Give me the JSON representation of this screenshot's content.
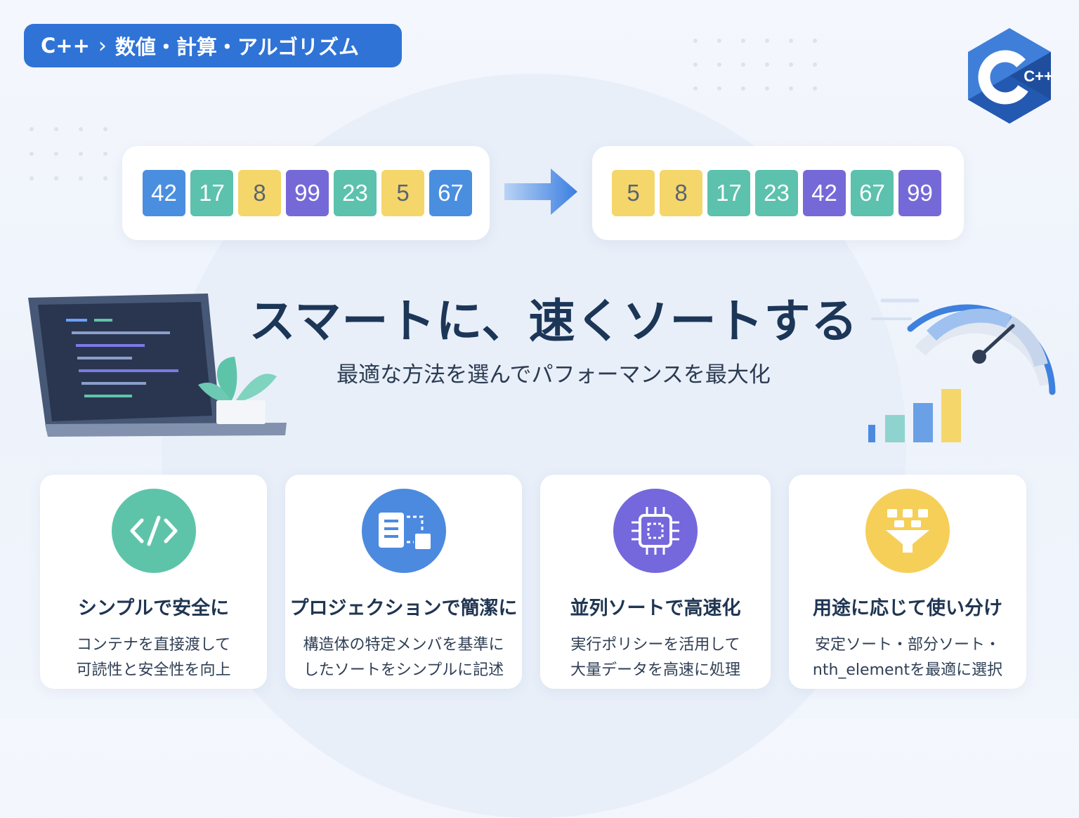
{
  "breadcrumb": {
    "lang": "C++",
    "separator": "›",
    "category": "数値・計算・アルゴリズム"
  },
  "logo": {
    "label": "C++"
  },
  "arrays": {
    "before": [
      {
        "value": "42",
        "color": "#4a8ee0"
      },
      {
        "value": "17",
        "color": "#5cc1ad"
      },
      {
        "value": "8",
        "color": "#f5d66b"
      },
      {
        "value": "99",
        "color": "#7569d8"
      },
      {
        "value": "23",
        "color": "#5cc1ad"
      },
      {
        "value": "5",
        "color": "#f5d66b"
      },
      {
        "value": "67",
        "color": "#4a8ee0"
      }
    ],
    "after": [
      {
        "value": "5",
        "color": "#f5d66b"
      },
      {
        "value": "8",
        "color": "#f5d66b"
      },
      {
        "value": "17",
        "color": "#5cc1ad"
      },
      {
        "value": "23",
        "color": "#5cc1ad"
      },
      {
        "value": "42",
        "color": "#7569d8"
      },
      {
        "value": "67",
        "color": "#5cc1ad"
      },
      {
        "value": "99",
        "color": "#7569d8"
      }
    ]
  },
  "hero": {
    "title": "スマートに、速くソートする",
    "subtitle": "最適な方法を選んでパフォーマンスを最大化"
  },
  "features": [
    {
      "icon": "code-icon",
      "color": "#5ec4a9",
      "title": "シンプルで安全に",
      "desc1": "コンテナを直接渡して",
      "desc2": "可読性と安全性を向上"
    },
    {
      "icon": "projection-icon",
      "color": "#4c8ae0",
      "title": "プロジェクションで簡潔に",
      "desc1": "構造体の特定メンバを基準に",
      "desc2": "したソートをシンプルに記述"
    },
    {
      "icon": "chip-icon",
      "color": "#7468dc",
      "title": "並列ソートで高速化",
      "desc1": "実行ポリシーを活用して",
      "desc2": "大量データを高速に処理"
    },
    {
      "icon": "filter-icon",
      "color": "#f5cf57",
      "title": "用途に応じて使い分け",
      "desc1": "安定ソート・部分ソート・",
      "desc2": "nth_elementを最適に選択"
    }
  ],
  "colors": {
    "accent": "#2f73d6",
    "title_text": "#1c3657"
  }
}
